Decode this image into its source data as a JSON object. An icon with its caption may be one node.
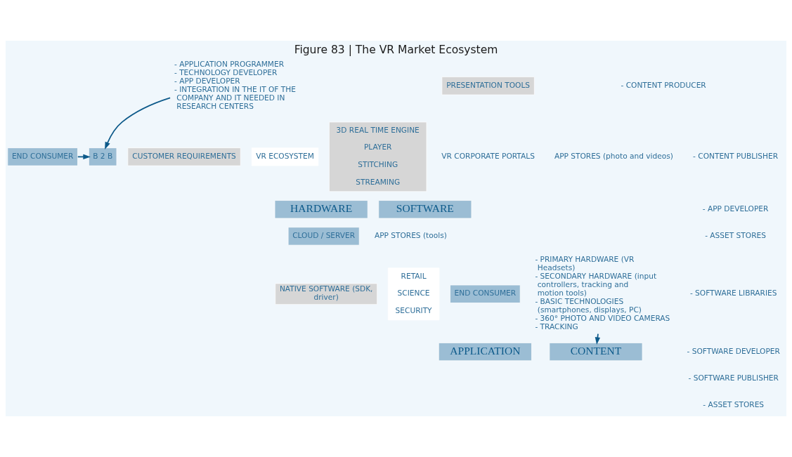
{
  "diagram": {
    "title": "Figure 83 | The VR Market Ecosystem",
    "nodes": [
      {
        "text": [
          "END CONSUMER"
        ]
      },
      {
        "text": [
          "B 2 B"
        ]
      },
      {
        "text": [
          "- APPLICATION PROGRAMMER",
          "- TECHNOLOGY DEVELOPER",
          "- APP DEVELOPER",
          "- INTEGRATION IN THE IT OF THE COMPANY AND IT NEEDED IN RESEARCH CENTERS"
        ]
      },
      {
        "text": [
          "PRESENTATION TOOLS"
        ]
      },
      {
        "text": [
          "CUSTOMER REQUIREMENTS"
        ]
      },
      {
        "text": [
          "APPLICATION"
        ]
      },
      {
        "text": [
          "END CONSUMER"
        ]
      },
      {
        "text": [
          "VR ECOSYSTEM"
        ]
      },
      {
        "text": [
          "CLOUD / SERVER"
        ]
      },
      {
        "text": [
          "HARDWARE"
        ]
      },
      {
        "text": [
          "CONTENT"
        ]
      },
      {
        "text": [
          "SOFTWARE"
        ]
      },
      {
        "text": [
          "3D REAL TIME ENGINE",
          "PLAYER",
          "STITCHING",
          "STREAMING"
        ]
      },
      {
        "text": [
          "RETAIL",
          "SCIENCE",
          "SECURITY"
        ]
      },
      {
        "text": [
          "- PRIMARY HARDWARE (VR Headsets)",
          "- SECONDARY HARDWARE (input controllers, tracking and motion tools)",
          "- BASIC TECHNOLOGIES (smartphones, displays, PC)",
          "- 360° PHOTO AND VIDEO CAMERAS",
          "- TRACKING"
        ]
      },
      {
        "text": [
          "NATIVE SOFTWARE (SDK, driver)"
        ]
      }
    ],
    "edges": [
      {
        "from": 0,
        "to": 1,
        "arrow": "to"
      },
      {
        "from": 2,
        "to": 1,
        "arrow": "to"
      },
      {
        "from": 14,
        "to": 10,
        "arrow": "to"
      }
    ],
    "labels": [
      "- CONTENT PRODUCER",
      "- CONTENT PUBLISHER",
      "- APP DEVELOPER",
      "- ASSET STORES",
      "VR CORPORATE PORTALS",
      "APP STORES (photo and videos)",
      "APP STORES (tools)",
      "- SOFTWARE LIBRARIES",
      "- SOFTWARE DEVELOPER",
      "- SOFTWARE PUBLISHER",
      "- ASSET STORES"
    ]
  }
}
